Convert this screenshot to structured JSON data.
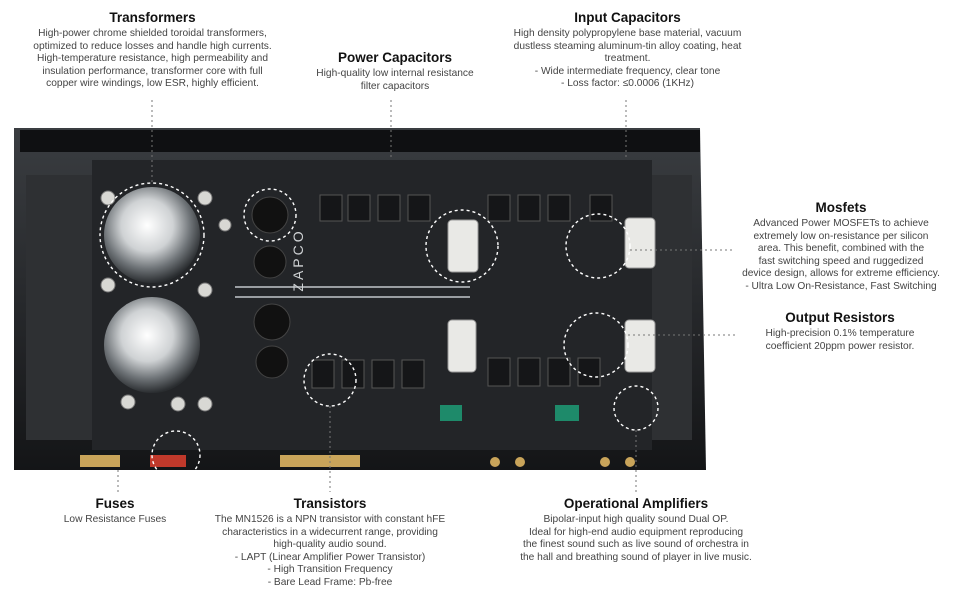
{
  "brand": "ZAPCO",
  "annotations": {
    "transformers": {
      "title": "Transformers",
      "text": "High-power chrome shielded toroidal transformers,\noptimized to reduce losses and handle high currents.\nHigh-temperature resistance, high permeability and\ninsulation performance, transformer core with full\ncopper wire windings, low ESR, highly efficient."
    },
    "power_capacitors": {
      "title": "Power Capacitors",
      "text": "High-quality low internal resistance\nfilter capacitors"
    },
    "input_capacitors": {
      "title": "Input Capacitors",
      "text": "High density polypropylene base material, vacuum\ndustless steaming aluminum-tin alloy coating, heat\ntreatment.\n- Wide intermediate frequency, clear tone\n- Loss factor: ≤0.0006 (1KHz)"
    },
    "mosfets": {
      "title": "Mosfets",
      "text": "Advanced Power MOSFETs to achieve\nextremely low on-resistance per silicon\narea. This benefit, combined with the\nfast switching speed and ruggedized\ndevice design, allows for extreme efficiency.\n- Ultra Low On-Resistance, Fast Switching"
    },
    "output_resistors": {
      "title": "Output Resistors",
      "text": "High-precision 0.1% temperature\ncoefficient 20ppm power resistor."
    },
    "fuses": {
      "title": "Fuses",
      "text": "Low Resistance Fuses"
    },
    "transistors": {
      "title": "Transistors",
      "text": "The MN1526 is a NPN transistor with constant hFE\ncharacteristics in a widecurrent range, providing\nhigh-quality audio sound.\n- LAPT (Linear Amplifier Power Transistor)\n- High Transition Frequency\n- Bare Lead Frame: Pb-free"
    },
    "operational_amplifiers": {
      "title": "Operational Amplifiers",
      "text": "Bipolar-input high quality sound Dual OP.\nIdeal for high-end audio equipment reproducing\nthe finest sound such as live sound of orchestra in\nthe hall and breathing sound of player in live music."
    }
  },
  "colors": {
    "chassis": "#1b1d20",
    "board": "#2a2c2f",
    "capacitor_white": "#e9e9e6",
    "terminal_gold": "#c9a45a",
    "fuse_red": "#c0392b"
  }
}
